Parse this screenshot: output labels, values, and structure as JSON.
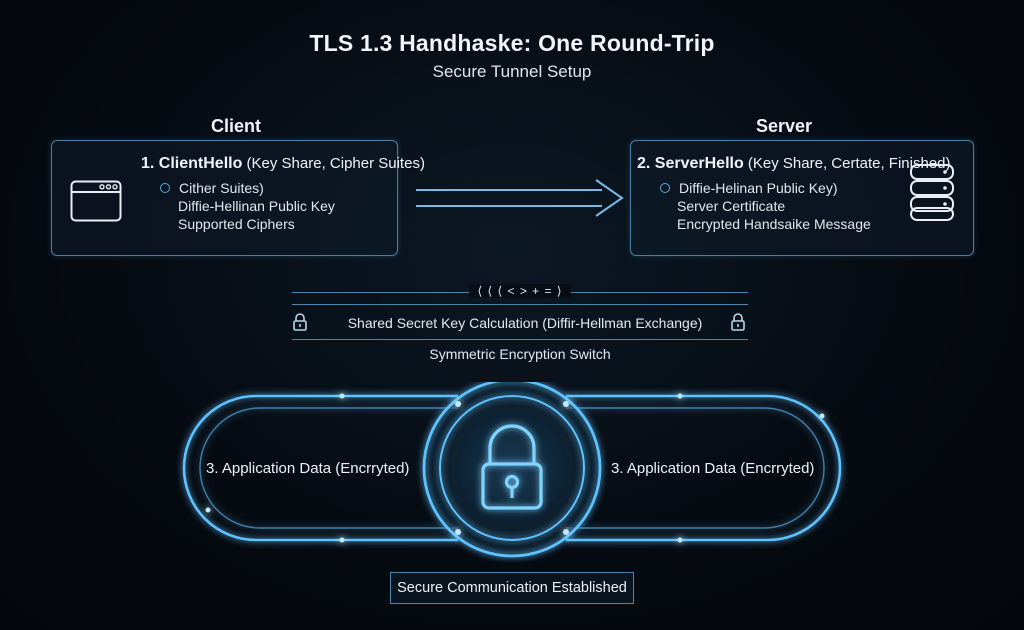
{
  "header": {
    "title": "TLS 1.3 Handhaske: One Round-Trip",
    "subtitle": "Secure Tunnel Setup"
  },
  "client": {
    "heading": "Client",
    "icon": "browser-window-icon",
    "step_number": "1. ClientHello",
    "step_detail": "(Key Share, Cipher Suites)",
    "items": [
      "Cither Suites)",
      "Diffie-Hellinan Public Key",
      "Supported Ciphers"
    ]
  },
  "server": {
    "heading": "Server",
    "icon": "database-server-icon",
    "step_number": "2. ServerHello",
    "step_detail": "(Key Share, Certate, Finished)",
    "items": [
      "Diffie-Helinan Public Key)",
      "Server Certificate",
      "Encrypted Handsaike Message"
    ]
  },
  "exchange": {
    "symbols": "⟨ ⟨ ⟨ < > + = ⟩",
    "key_calc": "Shared Secret Key Calculation (Diffir-Hellman Exchange)",
    "switch": "Symmetric Encryption Switch"
  },
  "tunnel": {
    "left_label": "3. Application Data (Encrryted)",
    "right_label": "3. Application Data (Encrryted)",
    "icon": "padlock-icon"
  },
  "status": {
    "label": "Secure Communication Established"
  },
  "colors": {
    "accent": "#4a9fe0",
    "glow": "#7fd0ff",
    "panel_border": "#4a7fa3",
    "background": "#060b12"
  }
}
